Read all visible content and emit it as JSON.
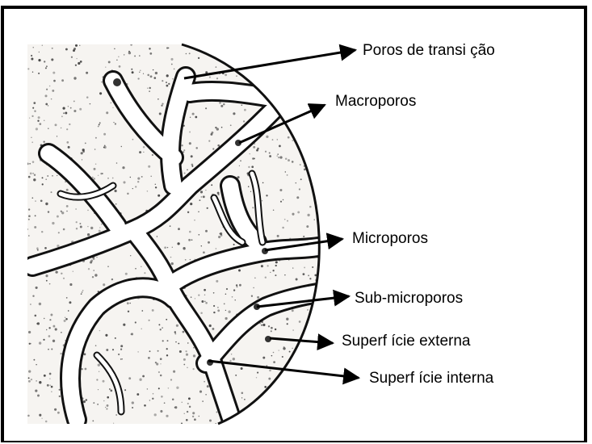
{
  "labels": {
    "poros_transicao": "Poros de transi ção",
    "macroporos": "Macroporos",
    "microporos": "Microporos",
    "sub_microporos": "Sub-microporos",
    "superficie_externa": "Superf ície externa",
    "superficie_interna": "Superf ície interna"
  },
  "colors": {
    "ink": "#000000",
    "paper": "#ffffff",
    "particle_tint": "#f6f4f1",
    "stipple": "#2a2a2a"
  }
}
